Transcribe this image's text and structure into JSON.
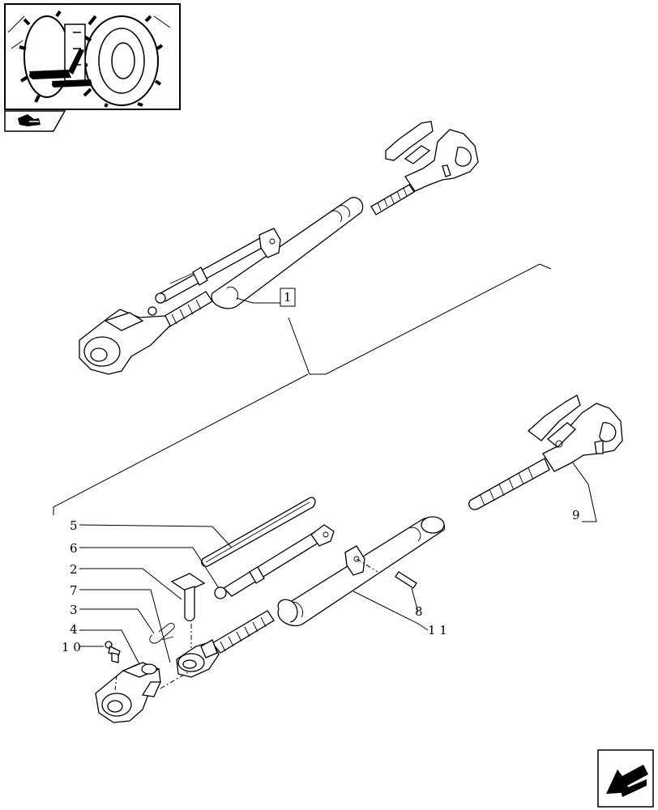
{
  "callouts": {
    "c1": "1",
    "c2": "2",
    "c3": "3",
    "c4": "4",
    "c5": "5",
    "c6": "6",
    "c7": "7",
    "c8": "8",
    "c9": "9",
    "c10": "1 0",
    "c11": "1 1"
  },
  "icons": {
    "thumbnail": "tractor-rear-wheel-thumbnail",
    "tab": "arrow-tab-icon",
    "nav": "next-page-arrow-icon"
  }
}
